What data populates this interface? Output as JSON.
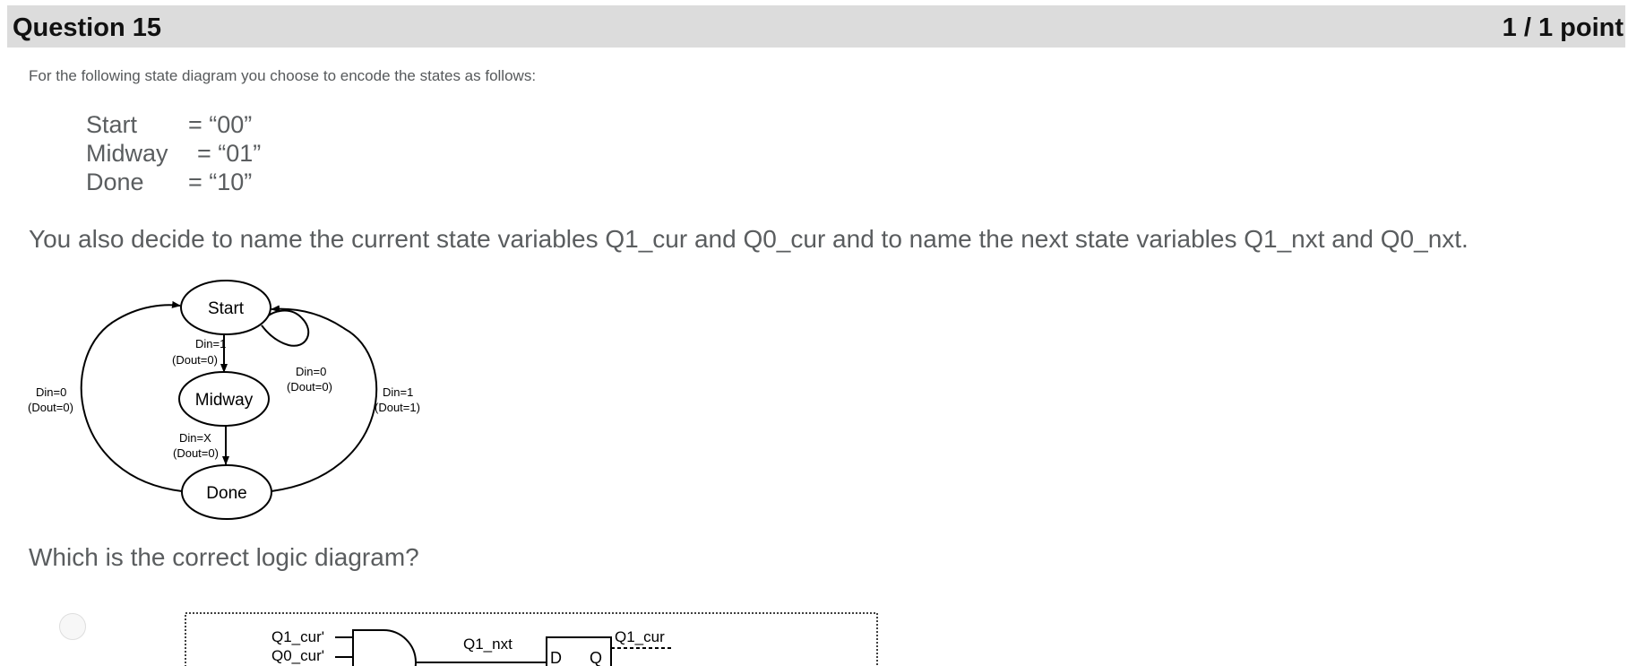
{
  "question": {
    "title": "Question 15",
    "points": "1 / 1 point"
  },
  "intro": "For the following state diagram you choose to encode the states as follows:",
  "encoding": [
    {
      "state": "Start",
      "value": "= “00”"
    },
    {
      "state": "Midway",
      "value": "= “01”"
    },
    {
      "state": "Done",
      "value": "= “10”"
    }
  ],
  "statement": "You also decide to name the current state variables Q1_cur and Q0_cur and to name the next state variables Q1_nxt and Q0_nxt.",
  "diagram": {
    "states": {
      "start": "Start",
      "midway": "Midway",
      "done": "Done"
    },
    "transitions": {
      "start_to_midway": {
        "input": "Din=1",
        "output": "(Dout=0)"
      },
      "start_self": {
        "input": "Din=0",
        "output": "(Dout=0)"
      },
      "midway_to_done": {
        "input": "Din=X",
        "output": "(Dout=0)"
      },
      "done_to_start_left": {
        "input": "Din=0",
        "output": "(Dout=0)"
      },
      "done_to_start_right": {
        "input": "Din=1",
        "output": "(Dout=1)"
      }
    }
  },
  "prompt": "Which is the correct logic diagram?",
  "option_a": {
    "inputs": [
      "Q1_cur'",
      "Q0_cur'"
    ],
    "next_label": "Q1_nxt",
    "ff_d": "D",
    "ff_q": "Q",
    "output": "Q1_cur"
  }
}
